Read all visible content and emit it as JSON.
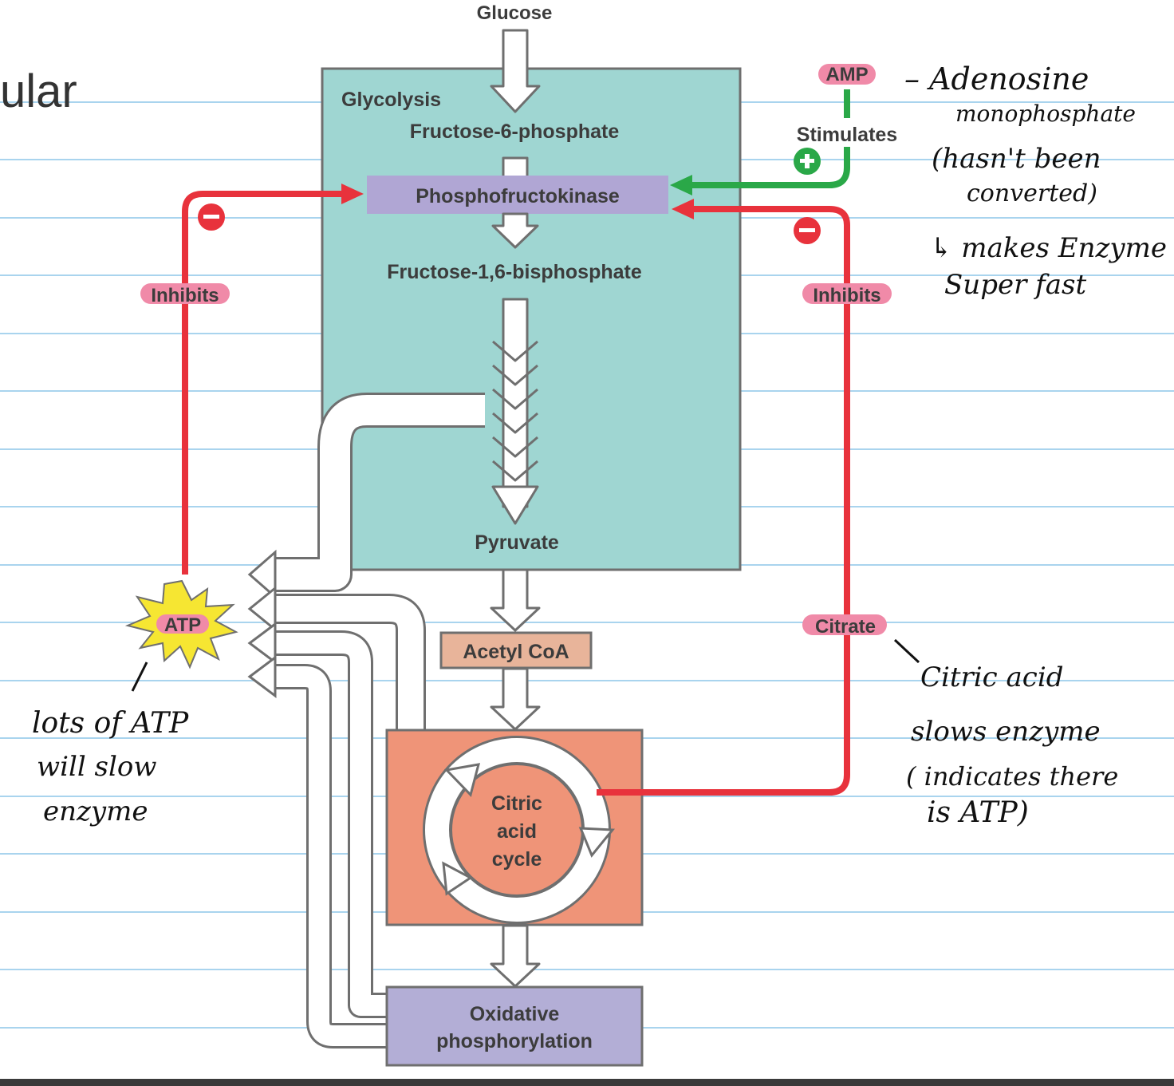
{
  "slide": {
    "title_fragment": "ular"
  },
  "diagram": {
    "glucose": "Glucose",
    "glycolysis": "Glycolysis",
    "f6p": "Fructose-6-phosphate",
    "pfk": "Phosphofructokinase",
    "f16bp": "Fructose-1,6-bisphosphate",
    "pyruvate": "Pyruvate",
    "acetyl_coa": "Acetyl CoA",
    "cycle_line1": "Citric",
    "cycle_line2": "acid",
    "cycle_line3": "cycle",
    "oxphos_line1": "Oxidative",
    "oxphos_line2": "phosphorylation",
    "amp": "AMP",
    "stimulates": "Stimulates",
    "inhibits_left": "Inhibits",
    "inhibits_right": "Inhibits",
    "atp": "ATP",
    "citrate": "Citrate",
    "plus": "+",
    "minus": "−"
  },
  "notes": {
    "amp_1": "– Adenosine",
    "amp_2": "monophosphate",
    "amp_3": "(hasn't been",
    "amp_4": "converted)",
    "fast_1": "↳ makes Enzyme",
    "fast_2": "Super fast",
    "atp_1": "lots of ATP",
    "atp_2": "will slow",
    "atp_3": "enzyme",
    "cit_1": "Citric acid",
    "cit_2": "slows enzyme",
    "cit_3": "( indicates there",
    "cit_4": "is ATP)"
  },
  "colors": {
    "glycolysis_box": "#9fd6d2",
    "pfk_box": "#b0a6d4",
    "acetyl_box": "#e8b49a",
    "cycle_box": "#ef9478",
    "oxphos_box": "#b3aed6",
    "inhibit": "#e8323c",
    "stimulate": "#2aa848",
    "highlight": "#f08aa8",
    "ruled_line": "#a9d4ee",
    "atp_star": "#f6e632"
  }
}
